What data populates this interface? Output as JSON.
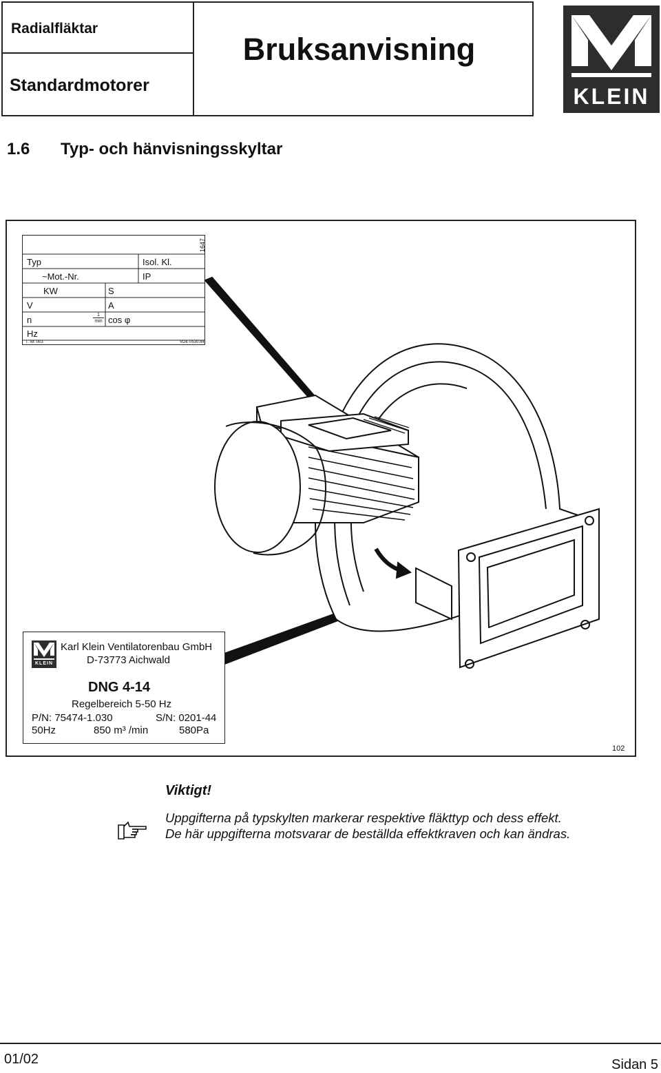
{
  "header": {
    "category": "Radialfläktar",
    "subcategory": "Standardmotorer",
    "doc_title": "Bruksanvisning",
    "logo_text": "KLEIN"
  },
  "section": {
    "number": "1.6",
    "title": "Typ- och hänvisningsskyltar"
  },
  "motor_plate": {
    "side_code": "1647",
    "typ": "Typ",
    "isol": "Isol. Kl.",
    "mot_nr": "~Mot.-Nr.",
    "ip": "IP",
    "kw": "KW",
    "s": "S",
    "v": "V",
    "a": "A",
    "n": "n",
    "per_min_num": "1",
    "per_min_den": "min",
    "cos": "cos φ",
    "hz": "Hz",
    "tnr": "T. Nr. 003",
    "vde": "VDE 0530.84"
  },
  "fan_plate": {
    "company": "Karl Klein Ventilatorenbau GmbH",
    "address": "D-73773 Aichwald",
    "model": "DNG 4-14",
    "range": "Regelbereich 5-50 Hz",
    "pn": "P/N: 75474-1.030",
    "sn": "S/N: 0201-44",
    "freq": "50Hz",
    "flow": "850 m³  /min",
    "pressure": "580Pa",
    "logo_text": "KLEIN"
  },
  "figure_number": "102",
  "note": {
    "heading": "Viktigt!",
    "line1": "Uppgifterna på typskylten markerar respektive fläkttyp och dess effekt.",
    "line2": "De här uppgifterna motsvarar de beställda effektkraven och kan ändras."
  },
  "footer": {
    "date": "01/02",
    "page": "Sidan 5"
  }
}
